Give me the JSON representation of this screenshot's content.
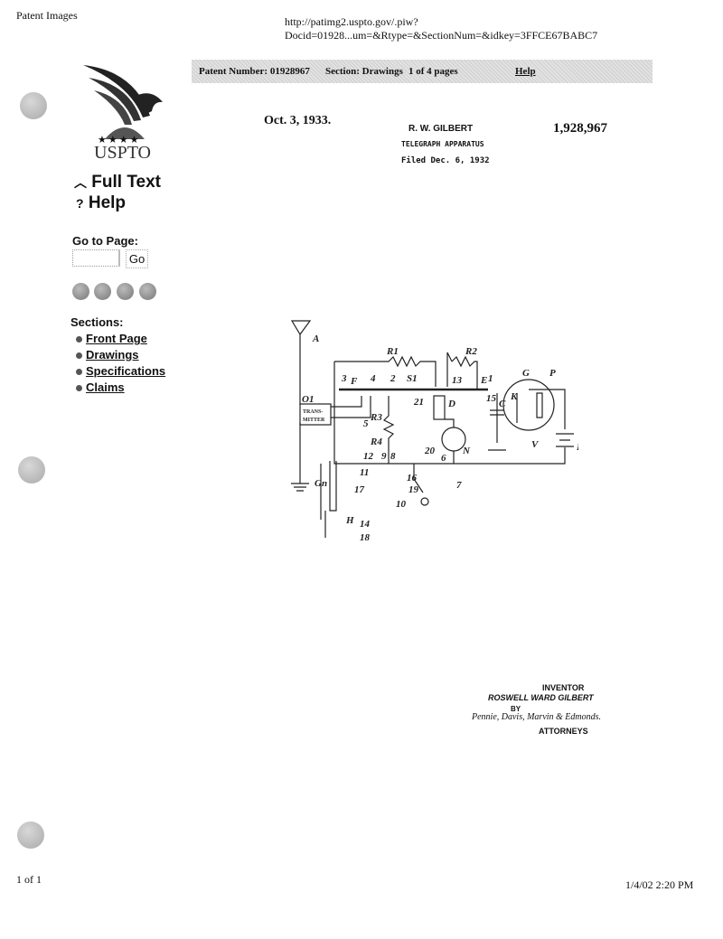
{
  "header": {
    "title": "Patent Images",
    "url": "http://patimg2.uspto.gov/.piw?Docid=01928...um=&Rtype=&SectionNum=&idkey=3FFCE67BABC7"
  },
  "bar": {
    "patent_number": "Patent Number: 01928967",
    "section": "Section: Drawings",
    "pages": "1 of 4 pages",
    "help": "Help"
  },
  "logo": {
    "text": "USPTO",
    "stars": "★★★★"
  },
  "sidebar": {
    "full_text": "Full Text",
    "help": "Help",
    "goto_label": "Go to Page:",
    "goto_value": "",
    "go_button": "Go",
    "sections_label": "Sections:",
    "sections": [
      {
        "label": "Front Page"
      },
      {
        "label": "Drawings"
      },
      {
        "label": "Specifications"
      },
      {
        "label": "Claims"
      }
    ]
  },
  "patent": {
    "date": "Oct. 3, 1933.",
    "inventor_header": "R. W. GILBERT",
    "title": "TELEGRAPH APPARATUS",
    "filed": "Filed Dec. 6, 1932",
    "number": "1,928,967",
    "inventor_label": "INVENTOR",
    "inventor_name": "ROSWELL WARD GILBERT",
    "by": "BY",
    "signature": "Pennie, Davis, Marvin & Edmonds.",
    "attorneys": "ATTORNEYS"
  },
  "figure": {
    "labels": {
      "A": "A",
      "Gn": "Gn",
      "O1": "O1",
      "transmitter1": "TRANS-",
      "transmitter2": "MITTER",
      "R1": "R1",
      "R2": "R2",
      "R3": "R3",
      "R4": "R4",
      "S1": "S1",
      "F": "F",
      "E": "E",
      "G": "G",
      "P": "P",
      "K": "K",
      "C": "C",
      "D": "D",
      "N": "N",
      "V": "V",
      "B": "B",
      "H": "H",
      "n1": "1",
      "n2": "2",
      "n3": "3",
      "n4": "4",
      "n5": "5",
      "n6": "6",
      "n7": "7",
      "n8": "8",
      "n9": "9",
      "n10": "10",
      "n11": "11",
      "n12": "12",
      "n13": "13",
      "n14": "14",
      "n15": "15",
      "n16": "16",
      "n17": "17",
      "n18": "18",
      "n19": "19",
      "n20": "20",
      "n21": "21"
    }
  },
  "footer": {
    "page": "1 of 1",
    "datetime": "1/4/02 2:20 PM"
  }
}
